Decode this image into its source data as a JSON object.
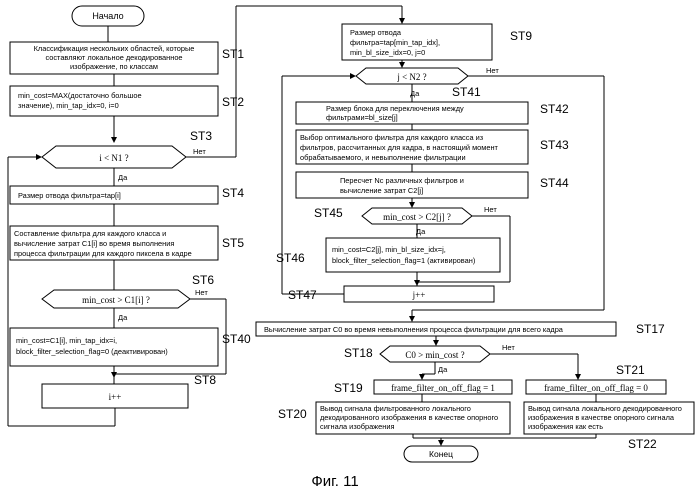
{
  "figure": {
    "caption": "Фиг. 11"
  },
  "nodes": {
    "start": "Начало",
    "end": "Конец",
    "st1": [
      "Классификация нескольких областей, которые",
      "составляют локальное декодированное",
      "изображение, по классам"
    ],
    "st2": [
      "min_cost=MAX(достаточно большое",
      "значение), min_tap_idx=0, i=0"
    ],
    "st3": "i < N1 ?",
    "st4": "Размер отвода фильтра=tap[i]",
    "st5": [
      "Составление фильтра для каждого класса и",
      "вычисление затрат С1[i] во время выполнения",
      "процесса фильтрации для каждого пиксела в кадре"
    ],
    "st6": "min_cost > C1[i] ?",
    "st40": [
      "min_cost=C1[i], min_tap_idx=i,",
      "block_filter_selection_flag=0 (деактивирован)"
    ],
    "st8": "i++",
    "st9": [
      "Размер отвода",
      "фильтра=tap[min_tap_idx],",
      "min_bl_size_idx=0, j=0"
    ],
    "st41": "j < N2 ?",
    "st42": [
      "Размер блока для переключения между",
      "фильтрами=bl_size[j]"
    ],
    "st43": [
      "Выбор оптимального фильтра для каждого класса из",
      "фильтров, рассчитанных для кадра, в настоящий момент",
      "обрабатываемого, и невыполнение фильтрации"
    ],
    "st44": [
      "Пересчет Nc различных фильтров и",
      "вычисление затрат С2[j]"
    ],
    "st45": "min_cost > C2[j] ?",
    "st46": [
      "min_cost=C2[j], min_bl_size_idx=j,",
      "block_filter_selection_flag=1 (активирован)"
    ],
    "st47": "j++",
    "st17": "Вычисление затрат С0 во время невыполнения процесса фильтрации для всего кадра",
    "st18": "C0 > min_cost ?",
    "st19": "frame_filter_on_off_flag = 1",
    "st21": "frame_filter_on_off_flag = 0",
    "st20": [
      "Вывод сигнала фильтрованного локального",
      "декодированного изображения в качестве опорного",
      "сигнала изображения"
    ],
    "st22": [
      "Вывод сигнала локального декодированного",
      "изображения в качестве опорного сигнала",
      "изображения как есть"
    ]
  },
  "step_labels": {
    "st1": "ST1",
    "st2": "ST2",
    "st3": "ST3",
    "st4": "ST4",
    "st5": "ST5",
    "st6": "ST6",
    "st40": "ST40",
    "st8": "ST8",
    "st9": "ST9",
    "st41": "ST41",
    "st42": "ST42",
    "st43": "ST43",
    "st44": "ST44",
    "st45": "ST45",
    "st46": "ST46",
    "st47": "ST47",
    "st17": "ST17",
    "st18": "ST18",
    "st19": "ST19",
    "st20": "ST20",
    "st21": "ST21",
    "st22": "ST22"
  },
  "branch_labels": {
    "yes": "Да",
    "no": "Нет"
  }
}
